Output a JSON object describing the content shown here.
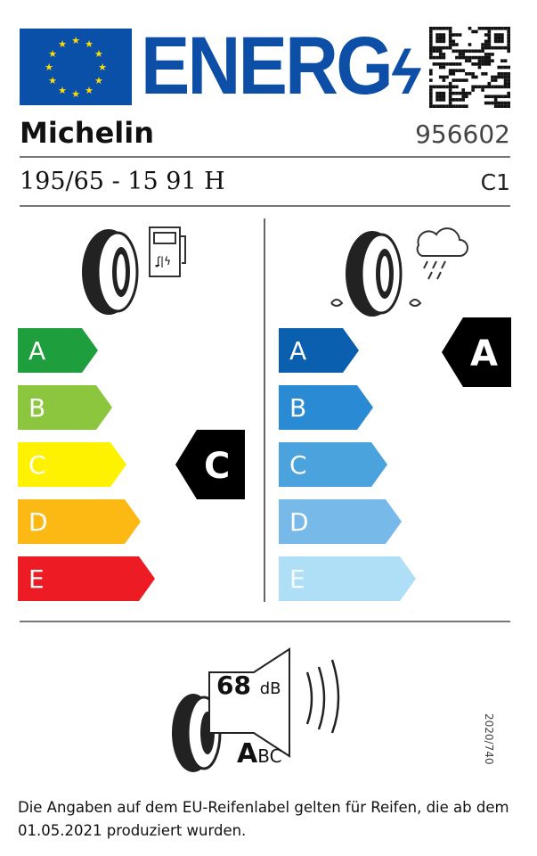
{
  "header": {
    "logo_text": "ENERG",
    "brand": "Michelin",
    "article_number": "956602"
  },
  "tyre": {
    "size": "195/65 - 15  91 H",
    "class": "C1"
  },
  "fuel_efficiency": {
    "classes": [
      "A",
      "B",
      "C",
      "D",
      "E"
    ],
    "colors": [
      "#1f9e3e",
      "#8cc63f",
      "#fff200",
      "#fdb913",
      "#ed1c24"
    ],
    "rating": "C"
  },
  "wet_grip": {
    "classes": [
      "A",
      "B",
      "C",
      "D",
      "E"
    ],
    "colors": [
      "#0a5fae",
      "#2a8ad3",
      "#4ba3dd",
      "#77b9e8",
      "#aedff7"
    ],
    "rating": "A"
  },
  "noise": {
    "value": "68",
    "unit": "dB",
    "class_main": "A",
    "class_rest": "BC"
  },
  "regulation": "2020/740",
  "footer": {
    "text": "Die Angaben auf dem EU-Reifenlabel gelten für Reifen, die ab dem 01.05.2021 produziert wurden."
  }
}
